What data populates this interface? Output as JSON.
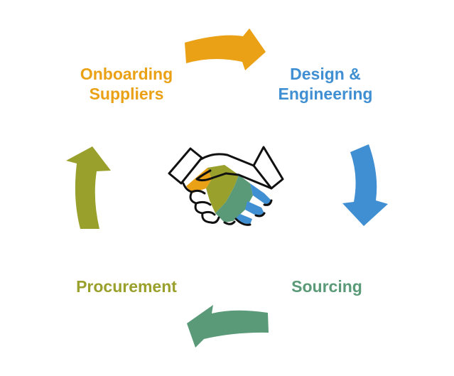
{
  "colors": {
    "onboarding": "#EAA115",
    "design": "#3F8FD2",
    "sourcing": "#5A9A78",
    "procurement": "#9AA02C",
    "outline": "#111111"
  },
  "steps": [
    {
      "id": "onboarding",
      "lines": [
        "Onboarding",
        "Suppliers"
      ]
    },
    {
      "id": "design",
      "lines": [
        "Design &",
        "Engineering"
      ]
    },
    {
      "id": "sourcing",
      "lines": [
        "Sourcing"
      ]
    },
    {
      "id": "procurement",
      "lines": [
        "Procurement"
      ]
    }
  ],
  "icons": {
    "center": "handshake-icon",
    "arrows": [
      "arrow-right-icon",
      "arrow-down-icon",
      "arrow-left-icon",
      "arrow-up-icon"
    ]
  }
}
